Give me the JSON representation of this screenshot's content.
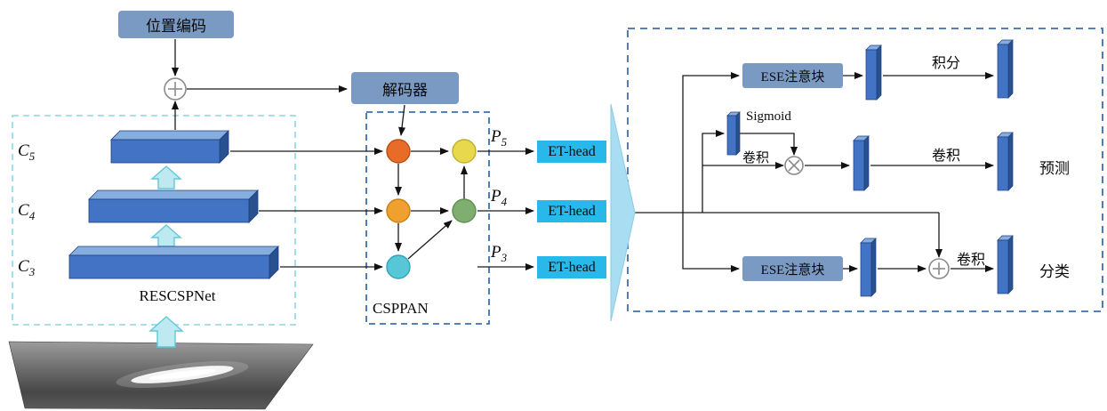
{
  "colors": {
    "steel_box": "#7b9ac3",
    "et_head_fill": "#29b8ea",
    "bar_front": "#4373c5",
    "bar_top": "#85aede",
    "bar_side": "#27518f",
    "backbone_dash": "#8ad6e2",
    "panel_dash": "#3e6fae",
    "funnel_fill": "#a9def2",
    "block_arrow_fill": "#bfe9f0",
    "circle_top_left": "#e96b28",
    "circle_top_right": "#e8d84e",
    "circle_mid_left": "#f0a02e",
    "circle_mid_right": "#7fae70",
    "circle_bottom": "#57c7d8"
  },
  "nodes": {
    "position_encoding": "位置编码",
    "decoder": "解码器",
    "backbone": "RESCSPNet",
    "neck": "CSPPAN",
    "et_heads": [
      "ET-head",
      "ET-head",
      "ET-head"
    ],
    "ese_top": "ESE注意块",
    "ese_bottom": "ESE注意块"
  },
  "feature_labels": {
    "c5": {
      "base": "C",
      "sub": "5"
    },
    "c4": {
      "base": "C",
      "sub": "4"
    },
    "c3": {
      "base": "C",
      "sub": "3"
    },
    "p5": {
      "base": "P",
      "sub": "5"
    },
    "p4": {
      "base": "P",
      "sub": "4"
    },
    "p3": {
      "base": "P",
      "sub": "3"
    }
  },
  "head_labels": {
    "sigmoid": "Sigmoid",
    "conv_attention": "卷积",
    "integral": "积分",
    "conv_regression": "卷积",
    "prediction": "预测",
    "conv_classification": "卷积",
    "classification": "分类"
  },
  "icons": {
    "add_operator": "circle-plus",
    "multiply_operator": "circle-times",
    "funnel": "feature-aggregation-funnel"
  }
}
